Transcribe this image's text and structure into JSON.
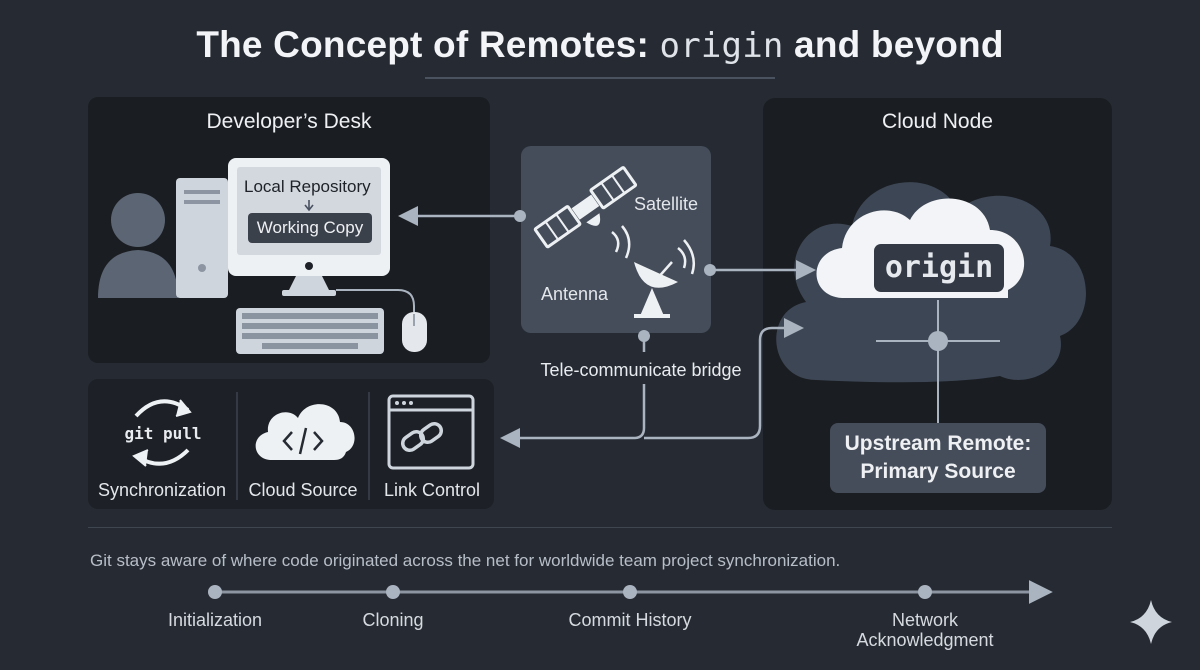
{
  "title": {
    "main": "The Concept of Remotes: ",
    "code": "origin",
    "suffix": " and beyond"
  },
  "desk": {
    "heading": "Developer’s Desk",
    "local_repo": "Local Repository",
    "working_copy": "Working Copy"
  },
  "satellite": {
    "satellite_label": "Satellite",
    "antenna_label": "Antenna",
    "bridge_label": "Tele-communicate bridge"
  },
  "cloud": {
    "heading": "Cloud Node",
    "origin": "origin",
    "upstream_line1": "Upstream Remote:",
    "upstream_line2": "Primary Source"
  },
  "tools": {
    "git_pull": "git pull",
    "items": [
      {
        "label": "Synchronization",
        "icon": "sync-icon"
      },
      {
        "label": "Cloud Source",
        "icon": "cloud-code-icon"
      },
      {
        "label": "Link Control",
        "icon": "link-window-icon"
      }
    ]
  },
  "caption": "Git stays aware of where code originated across the net for worldwide team project synchronization.",
  "timeline": [
    {
      "label": "Initialization"
    },
    {
      "label": "Cloning"
    },
    {
      "label": "Commit History"
    },
    {
      "label": "Network\nAcknowledgment"
    }
  ],
  "colors": {
    "background": "#262b33",
    "panel": "#1a1d22",
    "accent": "#aab3c0",
    "cloud_fill": "#3d4654",
    "cloud_inner": "#f2f4f7"
  }
}
